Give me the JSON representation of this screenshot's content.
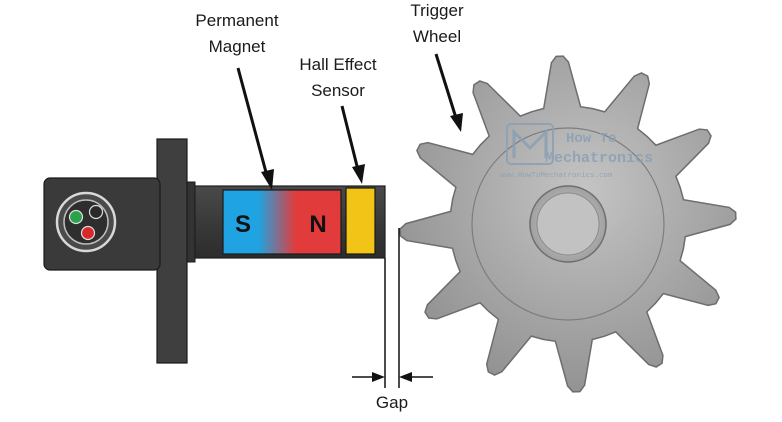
{
  "labels": {
    "permanent_magnet": [
      "Permanent",
      "Magnet"
    ],
    "hall_effect_sensor": [
      "Hall Effect",
      "Sensor"
    ],
    "trigger_wheel": [
      "Trigger",
      "Wheel"
    ],
    "gap": "Gap"
  },
  "magnet": {
    "south": "S",
    "north": "N"
  },
  "watermark": {
    "line1": "How To",
    "line2": "Mechatronics",
    "url": "www.HowToMechatronics.com"
  },
  "gear": {
    "teeth": 12
  },
  "colors": {
    "body": "#3c3c3c",
    "body_dark": "#232323",
    "magnet_south": "#1fa3e2",
    "magnet_north": "#e23b3b",
    "sensor": "#f2c417",
    "gear_fill": "#a6a6a6",
    "gear_hub": "#c9c9c9",
    "wire_green": "#2aa24a",
    "wire_black": "#2a2a2a",
    "wire_red": "#d8282c"
  }
}
